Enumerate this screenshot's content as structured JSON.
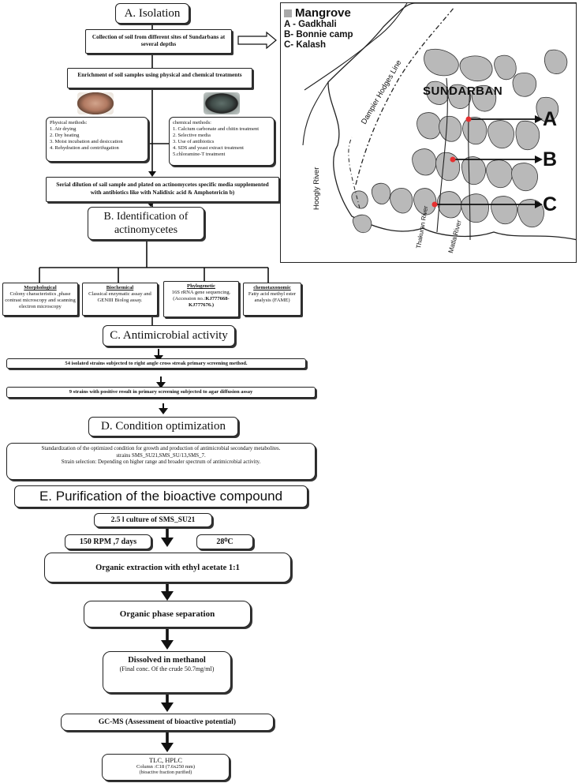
{
  "colors": {
    "land": "#b9b9b9",
    "marker": "#e53030",
    "ink": "#111111"
  },
  "isolation": {
    "title": "A. Isolation",
    "collection": "Collection of soil from different sites of Sundarbans at several depths",
    "enrichment": "Enrichment of soil samples using physical and chemical treatments",
    "physical": {
      "heading": "Physical methods:",
      "items": [
        "1. Air drying",
        "2. Dry heating",
        "3. Moist incubation and desiccation",
        "4. Rehydration and centrifugation"
      ]
    },
    "chemical": {
      "heading": "chemical methods:",
      "items": [
        "1. Calcium carbonate and chitin treatment",
        "2. Selective media",
        "3. Use of antibiotics",
        "4. SDS and yeast extract treatment",
        "5.chloramine-T treatment"
      ]
    },
    "dilution": "Serial dilution of sail sample and plated on actinomycetes specific media supplemented with antibiotics  like with Nalidixic acid & Amphotericin b)"
  },
  "map": {
    "legend_title": "Mangrove",
    "sites": [
      "A - Gadkhali",
      "B- Bonnie camp",
      "C- Kalash"
    ],
    "region": "SUNDARBAN",
    "dampier": "Dampier Hodges Line",
    "hoogly": "Hoogly River",
    "thakuran": "Thakuran River",
    "matla": "Matla River",
    "markers": [
      "A",
      "B",
      "C"
    ]
  },
  "identification": {
    "title": "B. Identification of actinomycetes",
    "methods": [
      {
        "heading": "Morphological",
        "text": "Colony characteristics ,phase contrast microscopy and scanning electron microscopy"
      },
      {
        "heading": "Biochemical",
        "text": "Classical enzymatic assay and GENIII Biolog assay."
      },
      {
        "heading": "Phylogenetic",
        "text": "16S rRNA gene sequencing.",
        "accession_prefix": "(Accession no.:",
        "accession": "KJ777668-KJ777676.)"
      },
      {
        "heading": "chemotaxonomic",
        "text": "Fatty acid methyl ester analysis (FAME)"
      }
    ]
  },
  "antimicrobial": {
    "title": "C. Antimicrobial activity",
    "step1": "54 isolated strains subjected to right angle cross streak primary screening  method.",
    "step2": "9 strains with positive result in primary screening  subjected to agar diffusion assay"
  },
  "optimization": {
    "title": "D. Condition optimization",
    "line1": "Standardization of the optimized condition for growth and production of antimicrobial secondary metabolites.",
    "line2": "strains SMS_SU21,SMS_SU/13,SMS_7.",
    "line3": "Strain selection: Depending on higher range and broader spectrum of antimicrobial activity."
  },
  "purification": {
    "title": "E. Purification of the bioactive compound",
    "culture": "2.5 l culture of SMS_SU21",
    "rpm": "150 RPM ,7 days",
    "temp": "28⁰C",
    "extraction": "Organic extraction with ethyl acetate 1:1",
    "separation": "Organic phase separation",
    "dissolved_title": "Dissolved in methanol",
    "dissolved_note": "(Final conc. Of the crude 50.7mg/ml)",
    "gcms": "GC-MS (Assessment of bioactive potential)",
    "tlc_title": "TLC, HPLC",
    "tlc_column": "Column :C18 (7.6x250 mm)",
    "tlc_note": "(bioactive fraction purified)"
  }
}
